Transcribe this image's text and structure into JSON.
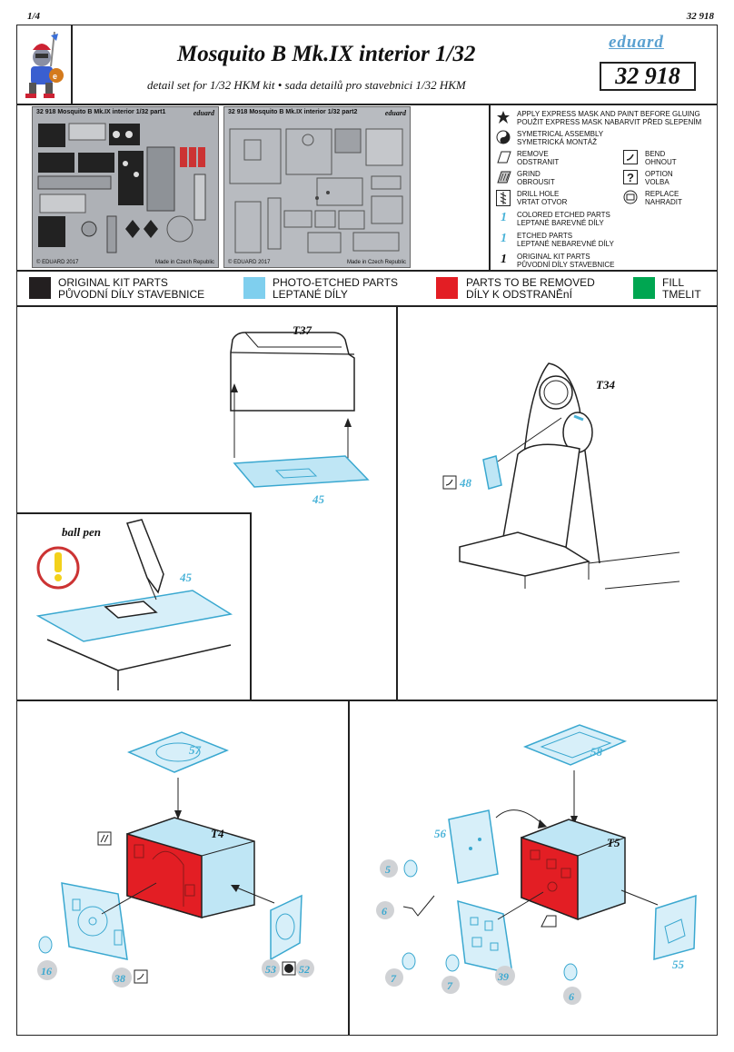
{
  "header": {
    "page_number": "1/4",
    "kit_code_top": "32 918",
    "title": "Mosquito B Mk.IX interior  1/32",
    "subtitle": "detail set for 1/32 HKM kit  • sada detailů pro stavebnici 1/32 HKM",
    "brand": "eduard",
    "kit_number": "32 918"
  },
  "frets": {
    "part1_title": "32 918 Mosquito B Mk.IX interior 1/32   part1",
    "part1_brand": "eduard",
    "part1_copyright": "© EDUARD 2017",
    "part1_made": "Made in Czech Republic",
    "part2_title": "32 918 Mosquito B Mk.IX interior 1/32   part2",
    "part2_brand": "eduard",
    "part2_copyright": "© EDUARD 2017",
    "part2_made": "Made in Czech Republic"
  },
  "symbols": {
    "mask_en": "APPLY EXPRESS MASK AND PAINT BEFORE GLUING",
    "mask_cz": "POUŽIT EXPRESS MASK NABARVIT PŘED SLEPENÍM",
    "sym_en": "SYMETRICAL ASSEMBLY",
    "sym_cz": "SYMETRICKÁ MONTÁŽ",
    "remove_en": "REMOVE",
    "remove_cz": "ODSTRANIT",
    "bend_en": "BEND",
    "bend_cz": "OHNOUT",
    "grind_en": "GRIND",
    "grind_cz": "OBROUSIT",
    "option_en": "OPTION",
    "option_cz": "VOLBA",
    "drill_en": "DRILL HOLE",
    "drill_cz": "VRTAT OTVOR",
    "replace_en": "REPLACE",
    "replace_cz": "NAHRADIT",
    "colored_num": "1",
    "colored_en": "COLORED ETCHED PARTS",
    "colored_cz": "LEPTANÉ BAREVNÉ DÍLY",
    "etched_num": "1",
    "etched_en": "ETCHED PARTS",
    "etched_cz": "LEPTANÉ NEBAREVNÉ DÍLY",
    "orig_num": "1",
    "orig_en": "ORIGINAL KIT PARTS",
    "orig_cz": "PŮVODNÍ DÍLY STAVEBNICE"
  },
  "color_legend": [
    {
      "en": "ORIGINAL KIT PARTS",
      "cz": "PŮVODNÍ DÍLY STAVEBNICE",
      "color": "#231f20"
    },
    {
      "en": "PHOTO-ETCHED PARTS",
      "cz": "LEPTANÉ DÍLY",
      "color": "#7fcfee"
    },
    {
      "en": "PARTS TO BE REMOVED",
      "cz": "DÍLY K ODSTRANĚnÍ",
      "color": "#e31e24"
    },
    {
      "en": "FILL",
      "cz": "TMELIT",
      "color": "#00a651"
    }
  ],
  "steps": {
    "s1_part": "T37",
    "s1_pe": "45",
    "s2_part": "T34",
    "s2_pe": "48",
    "s3_label": "ball pen",
    "s3_pe": "45",
    "s4_part": "T4",
    "s4_pe_top": "57",
    "s4_pe_a": "16",
    "s4_pe_b": "38",
    "s4_pe_c": "53",
    "s4_pe_d": "52",
    "s5_part": "T5",
    "s5_pe_top": "58",
    "s5_pe_56": "56",
    "s5_pe_5": "5",
    "s5_pe_6a": "6",
    "s5_pe_7a": "7",
    "s5_pe_7b": "7",
    "s5_pe_39": "39",
    "s5_pe_6b": "6",
    "s5_pe_55": "55"
  },
  "colors": {
    "pe_blue": "#7fcfee",
    "pe_stroke": "#3aa8d0",
    "remove_red": "#e31e24"
  }
}
